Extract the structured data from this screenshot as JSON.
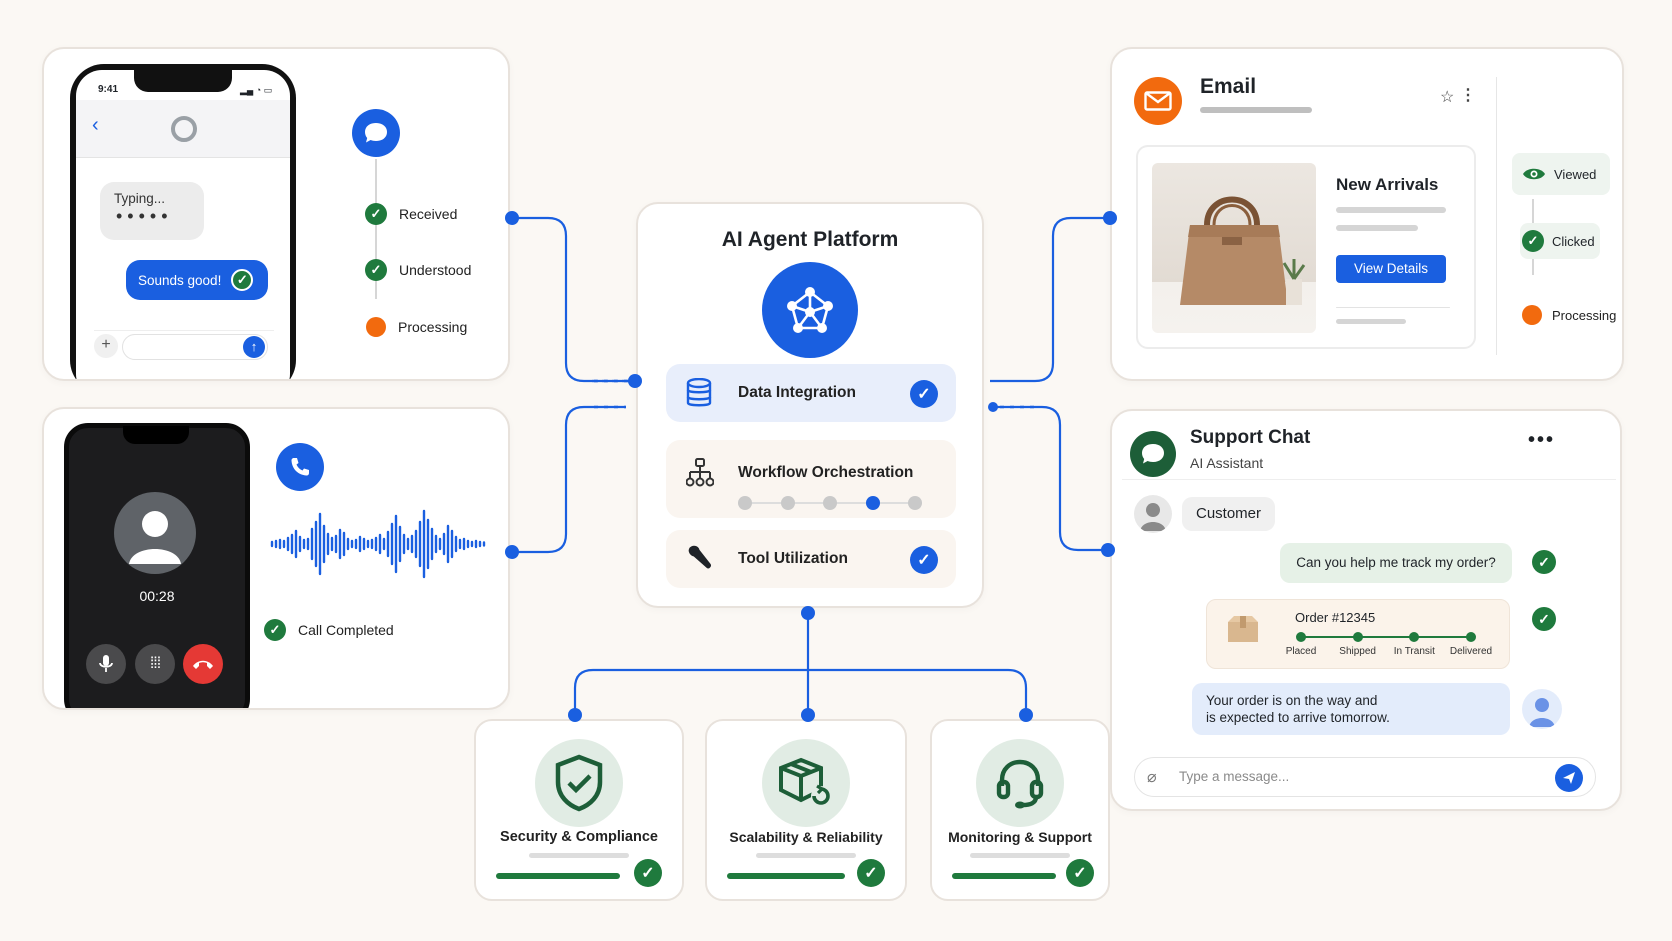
{
  "center": {
    "title": "AI Agent Platform",
    "features": [
      {
        "label": "Data Integration",
        "icon": "database-icon",
        "status": "checked"
      },
      {
        "label": "Workflow Orchestration",
        "icon": "workflow-icon",
        "status": "in-progress",
        "progress_step": 4,
        "progress_steps_total": 5
      },
      {
        "label": "Tool Utilization",
        "icon": "wrench-icon",
        "status": "checked"
      }
    ]
  },
  "sms": {
    "time": "9:41",
    "typing": "Typing...",
    "reply": "Sounds good!",
    "statuses": [
      {
        "label": "Received",
        "state": "done"
      },
      {
        "label": "Understood",
        "state": "done"
      },
      {
        "label": "Processing",
        "state": "pending"
      }
    ]
  },
  "call": {
    "duration": "00:28",
    "status": "Call Completed"
  },
  "email": {
    "title": "Email",
    "product_heading": "New Arrivals",
    "button": "View Details",
    "statuses": [
      {
        "label": "Viewed",
        "icon": "eye-icon"
      },
      {
        "label": "Clicked",
        "icon": "check-icon"
      },
      {
        "label": "Processing",
        "icon": "orange-dot"
      }
    ]
  },
  "support": {
    "title": "Support Chat",
    "subtitle": "AI Assistant",
    "customer": "Customer",
    "message_1": "Can you help me track my order?",
    "order": {
      "id": "Order #12345",
      "steps": [
        "Placed",
        "Shipped",
        "In Transit",
        "Delivered"
      ],
      "current_step": 3
    },
    "reply": "Your order is on the way and is expected to arrive tomorrow.",
    "reply_line1": "Your order is on the way and",
    "reply_line2": "is expected to arrive tomorrow.",
    "input_placeholder": "Type a message..."
  },
  "bottom": [
    {
      "label": "Security & Compliance",
      "icon": "shield-check-icon"
    },
    {
      "label": "Scalability & Reliability",
      "icon": "cube-refresh-icon"
    },
    {
      "label": "Monitoring & Support",
      "icon": "headset-icon"
    }
  ],
  "colors": {
    "accent_blue": "#1a5fe0",
    "success_green": "#1f7a3d",
    "warning_orange": "#f26a0e",
    "email_orange": "#f26a0e",
    "end_call_red": "#e53935"
  }
}
